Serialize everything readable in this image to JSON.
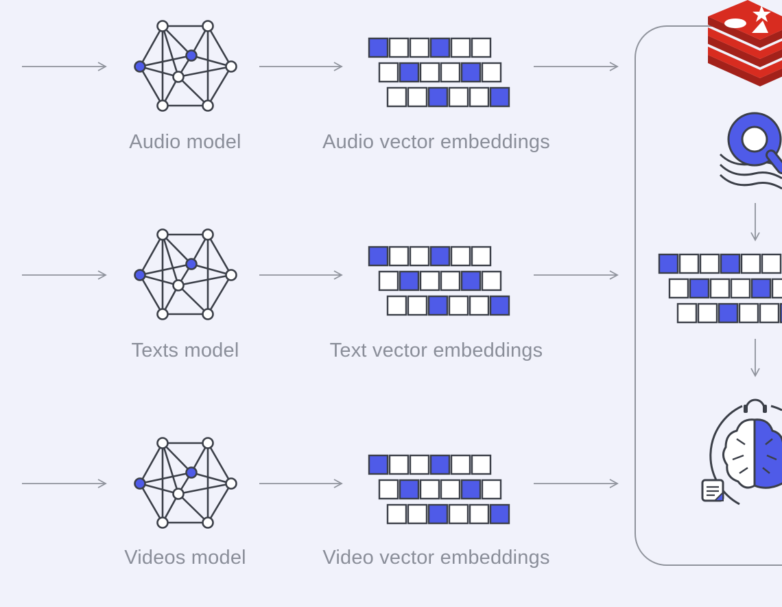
{
  "colors": {
    "background": "#f1f2fb",
    "accent": "#4f5be8",
    "stroke": "#3b3f48",
    "label": "#8a8e99",
    "arrow": "#8f939c",
    "panel_border": "#8f939c",
    "redis_red": "#d82c20"
  },
  "rows": [
    {
      "model_label": "Audio model",
      "embedding_label": "Audio vector embeddings"
    },
    {
      "model_label": "Texts model",
      "embedding_label": "Text vector embeddings"
    },
    {
      "model_label": "Videos model",
      "embedding_label": "Video vector embeddings"
    }
  ],
  "embedding_pattern": [
    [
      true,
      false,
      false,
      true,
      false,
      false
    ],
    [
      false,
      true,
      false,
      false,
      true,
      false
    ],
    [
      false,
      false,
      true,
      false,
      false,
      true
    ]
  ],
  "icons": {
    "model": "neural-network-icon",
    "embeddings": "vector-grid-icon",
    "database": "redis-logo",
    "search": "search-icon",
    "ai": "brain-icon"
  }
}
